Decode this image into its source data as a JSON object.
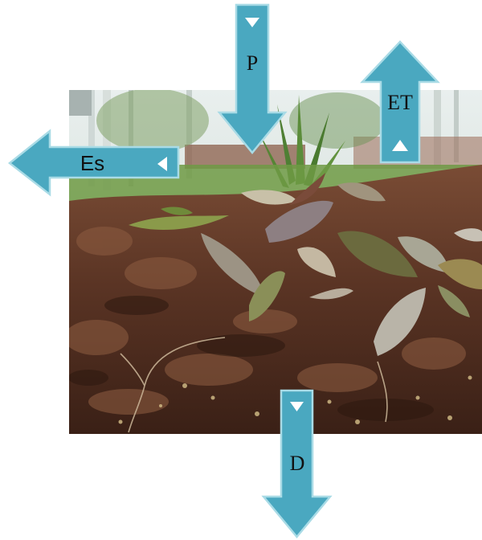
{
  "colors": {
    "arrow_fill": "#4aa8c0",
    "arrow_stroke": "#a9dbe6",
    "arrow_inner": "#ffffff",
    "soil_dark": "#3e2417",
    "soil_mid": "#6b4330",
    "soil_light": "#8a5a3f",
    "leaf_gray": "#8d7f76",
    "leaf_green": "#7f8c4a",
    "grass": "#5f8f3a",
    "sky": "#dfe8e6",
    "fence": "#8b5e4a"
  },
  "photo": {
    "subject": "soil-with-leaf-litter-photo"
  },
  "arrows": {
    "p": {
      "label": "P",
      "direction": "down",
      "icon": "arrow-down-icon"
    },
    "et": {
      "label": "ET",
      "direction": "up",
      "icon": "arrow-up-icon"
    },
    "es": {
      "label": "Es",
      "direction": "left",
      "icon": "arrow-left-icon"
    },
    "d": {
      "label": "D",
      "direction": "down",
      "icon": "arrow-down-icon"
    }
  }
}
